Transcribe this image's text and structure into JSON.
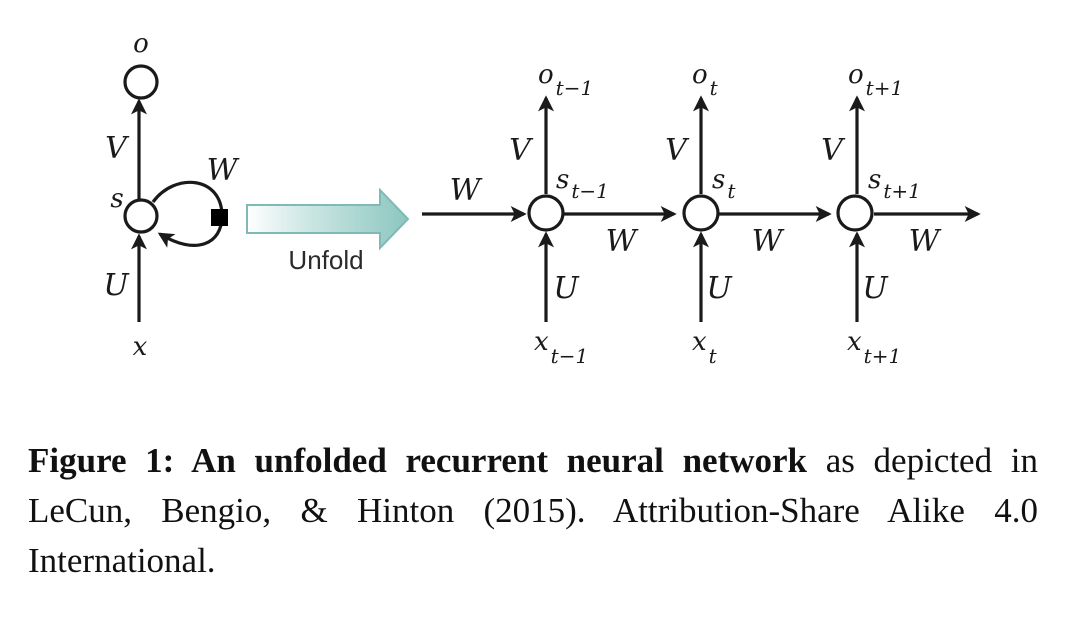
{
  "diagram": {
    "folded": {
      "output": "o",
      "state": "s",
      "input": "x",
      "weight_v": "V",
      "weight_w": "W",
      "weight_u": "U"
    },
    "unfold_label": "Unfold",
    "unfolded": {
      "incoming_w": "W",
      "outgoing_w": "W",
      "steps": [
        {
          "o": "o",
          "s": "s",
          "x": "x",
          "sub": "t−1",
          "v": "V",
          "u": "U",
          "w_after": "W"
        },
        {
          "o": "o",
          "s": "s",
          "x": "x",
          "sub": "t",
          "v": "V",
          "u": "U",
          "w_after": "W"
        },
        {
          "o": "o",
          "s": "s",
          "x": "x",
          "sub": "t+1",
          "v": "V",
          "u": "U",
          "w_after": "W"
        }
      ]
    },
    "colors": {
      "ink": "#1a1a1a",
      "arrow_fill_light": "#eaf5f3",
      "arrow_fill_dark": "#8cc6c0",
      "arrow_stroke": "#7fbab4"
    }
  },
  "caption": {
    "bold": "Figure 1: An unfolded recurrent neural network",
    "rest": " as depicted in LeCun, Bengio, & Hinton (2015). Attribution-Share Alike 4.0 International."
  }
}
